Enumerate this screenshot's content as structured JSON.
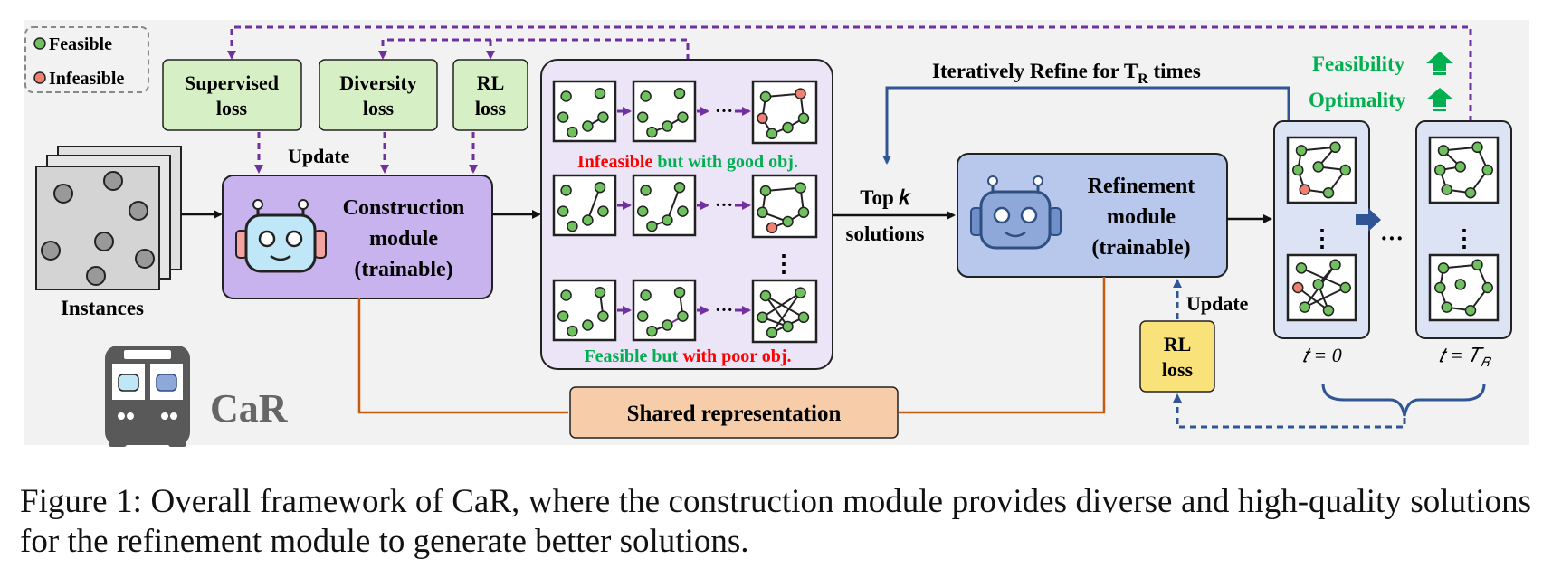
{
  "legend": {
    "feasible": "Feasible",
    "infeasible": "Infeasible"
  },
  "losses": {
    "supervised": [
      "Supervised",
      "loss"
    ],
    "diversity": [
      "Diversity",
      "loss"
    ],
    "rl_top": [
      "RL",
      "loss"
    ],
    "rl_bottom": [
      "RL",
      "loss"
    ]
  },
  "labels": {
    "update_top": "Update",
    "update_bottom": "Update",
    "instances": "Instances",
    "car": "CaR",
    "construction": [
      "Construction",
      "module",
      "(trainable)"
    ],
    "refinement": [
      "Refinement",
      "module",
      "(trainable)"
    ],
    "shared": "Shared representation",
    "top_k": [
      "Top 𝑘",
      "solutions"
    ],
    "iterate": "Iteratively Refine for T",
    "iterate_sub": "R",
    "iterate_tail": " times",
    "feasibility": "Feasibility",
    "optimality": "Optimality",
    "infeasible_good": [
      "Infeasible",
      " but with good obj."
    ],
    "feasible_poor": [
      "Feasible but",
      " with poor obj."
    ],
    "t_zero": "𝑡 = 0",
    "t_final": "𝑡 = 𝑇",
    "t_final_sub": "𝑅"
  },
  "caption": "Figure 1: Overall framework of CaR, where the construction module provides diverse and high-quality solutions for the refinement module to generate better solutions.",
  "colors": {
    "panel": "#f2f2f2",
    "loss_green": "#d6efc4",
    "construction": "#c9b3ee",
    "refinement": "#b8c8ec",
    "shared": "#f7cda9",
    "rl_yellow": "#f9e27a",
    "candidate_box": "#ece4f7",
    "purple_arrow": "#7030a0",
    "blue_arrow": "#2f5597",
    "orange_line": "#c55a11",
    "green_text": "#00b050",
    "red_text": "#ff0000",
    "node_green": "#70c060",
    "node_red": "#f08070"
  }
}
